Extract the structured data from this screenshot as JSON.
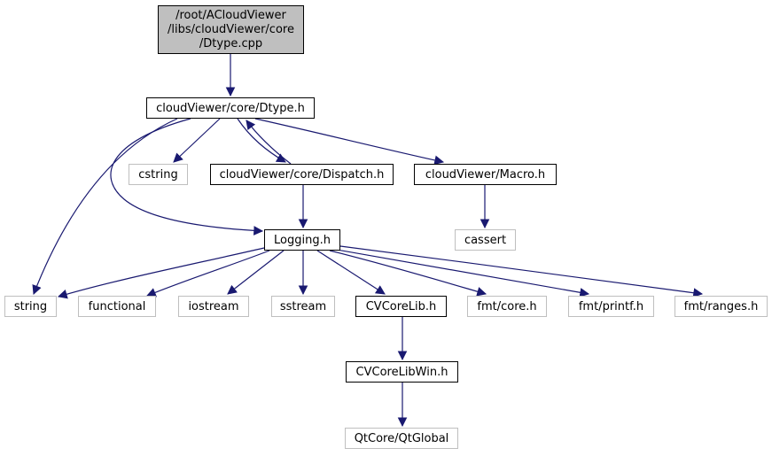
{
  "graph": {
    "edge_color": "#191970",
    "root_fill": "#bfbfbf",
    "external_border": "#bfbfbf",
    "nodes": {
      "root": {
        "lines": [
          "/root/ACloudViewer",
          "/libs/cloudViewer/core",
          "/Dtype.cpp"
        ]
      },
      "dtype": {
        "label": "cloudViewer/core/Dtype.h"
      },
      "cstring": {
        "label": "cstring"
      },
      "dispatch": {
        "label": "cloudViewer/core/Dispatch.h"
      },
      "macro": {
        "label": "cloudViewer/Macro.h"
      },
      "cassert": {
        "label": "cassert"
      },
      "logging": {
        "label": "Logging.h"
      },
      "string": {
        "label": "string"
      },
      "functional": {
        "label": "functional"
      },
      "iostream": {
        "label": "iostream"
      },
      "sstream": {
        "label": "sstream"
      },
      "cvcorelib": {
        "label": "CVCoreLib.h"
      },
      "fmtcore": {
        "label": "fmt/core.h"
      },
      "fmtprintf": {
        "label": "fmt/printf.h"
      },
      "fmtranges": {
        "label": "fmt/ranges.h"
      },
      "cvcorelibwin": {
        "label": "CVCoreLibWin.h"
      },
      "qtglobal": {
        "label": "QtCore/QtGlobal"
      }
    },
    "edges": [
      [
        "root",
        "dtype"
      ],
      [
        "dtype",
        "cstring"
      ],
      [
        "dtype",
        "dispatch"
      ],
      [
        "dispatch",
        "dtype"
      ],
      [
        "dtype",
        "macro"
      ],
      [
        "dtype",
        "logging"
      ],
      [
        "dtype",
        "string"
      ],
      [
        "dispatch",
        "logging"
      ],
      [
        "macro",
        "cassert"
      ],
      [
        "logging",
        "string"
      ],
      [
        "logging",
        "functional"
      ],
      [
        "logging",
        "iostream"
      ],
      [
        "logging",
        "sstream"
      ],
      [
        "logging",
        "cvcorelib"
      ],
      [
        "logging",
        "fmtcore"
      ],
      [
        "logging",
        "fmtprintf"
      ],
      [
        "logging",
        "fmtranges"
      ],
      [
        "cvcorelib",
        "cvcorelibwin"
      ],
      [
        "cvcorelibwin",
        "qtglobal"
      ]
    ]
  }
}
